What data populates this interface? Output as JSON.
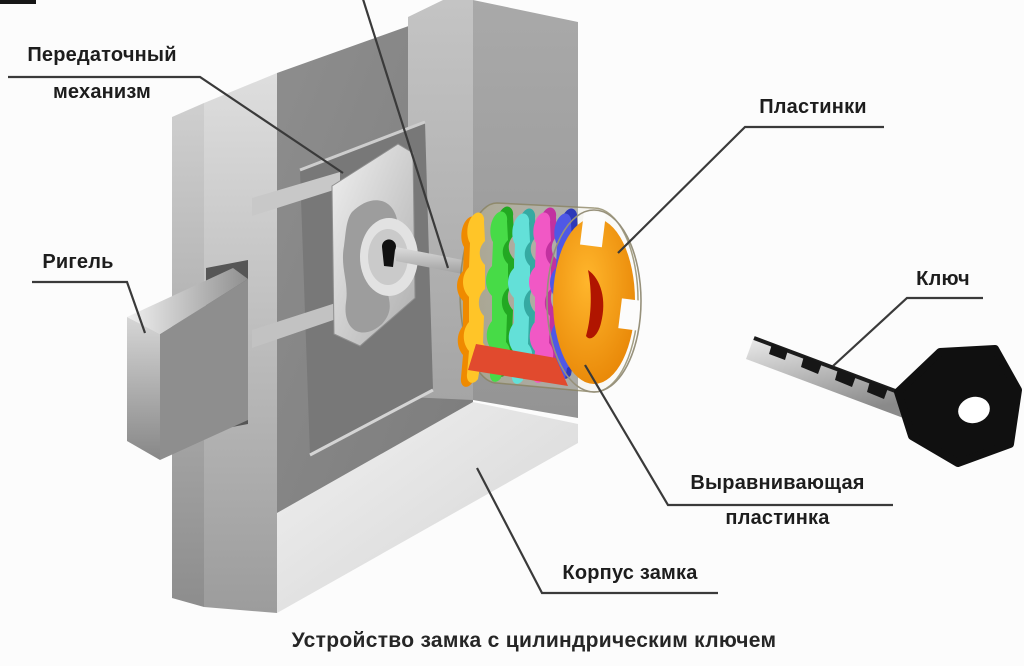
{
  "diagram": {
    "caption": "Устройство замка с цилиндрическим ключем",
    "labels": {
      "transmission_line1": "Передаточный",
      "transmission_line2": "механизм",
      "bolt": "Ригель",
      "plates": "Пластинки",
      "key": "Ключ",
      "aligning_line1": "Выравнивающая",
      "aligning_line2": "пластинка",
      "body": "Корпус замка"
    },
    "colors": {
      "plate_yellow": "#ffc528",
      "plate_yellow_side": "#ef8a00",
      "plate_green": "#47db47",
      "plate_cyan": "#63e0d8",
      "plate_magenta": "#f158c5",
      "plate_blue": "#4f58e6",
      "base_plate_red": "#e14a2e",
      "front_disc_orange": "#f29200",
      "keyhole_red": "#b01500",
      "key_black": "#101010"
    }
  }
}
